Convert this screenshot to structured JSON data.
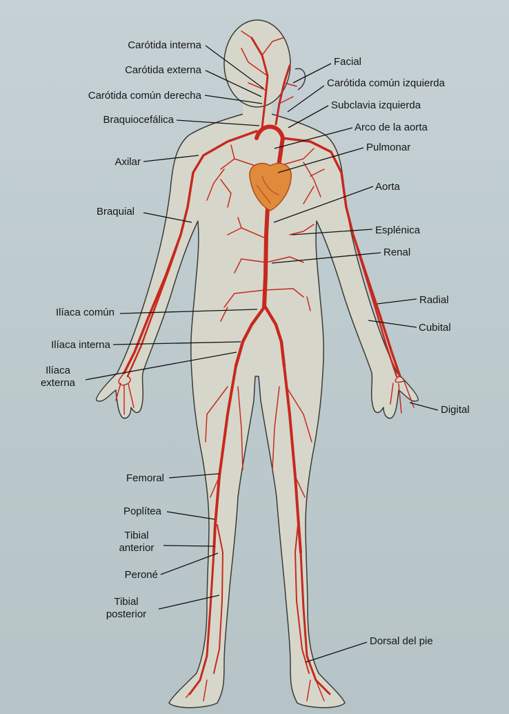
{
  "labels": {
    "carotida_interna": "Carótida interna",
    "carotida_externa": "Carótida externa",
    "carotida_comun_derecha": "Carótida común derecha",
    "braquiocefalica": "Braquiocefálica",
    "axilar": "Axilar",
    "braquial": "Braquial",
    "iliaca_comun": "Ilíaca común",
    "iliaca_interna": "Ilíaca interna",
    "iliaca_externa_1": "Ilíaca",
    "iliaca_externa_2": "externa",
    "femoral": "Femoral",
    "poplitea": "Poplítea",
    "tibial_anterior_1": "Tibial",
    "tibial_anterior_2": "anterior",
    "perone": "Peroné",
    "tibial_posterior_1": "Tibial",
    "tibial_posterior_2": "posterior",
    "facial": "Facial",
    "carotida_comun_izquierda": "Carótida común izquierda",
    "subclavia_izquierda": "Subclavia izquierda",
    "arco_aorta": "Arco de la aorta",
    "pulmonar": "Pulmonar",
    "aorta": "Aorta",
    "esplenica": "Esplénica",
    "renal": "Renal",
    "radial": "Radial",
    "cubital": "Cubital",
    "digital": "Digital",
    "dorsal_pie": "Dorsal del pie"
  },
  "colors": {
    "background": "#bfcbcf",
    "body_fill": "#d6d7ca",
    "body_outline": "#3a3a36",
    "artery": "#c8281e",
    "heart": "#e08a3c",
    "leader": "#111111"
  }
}
